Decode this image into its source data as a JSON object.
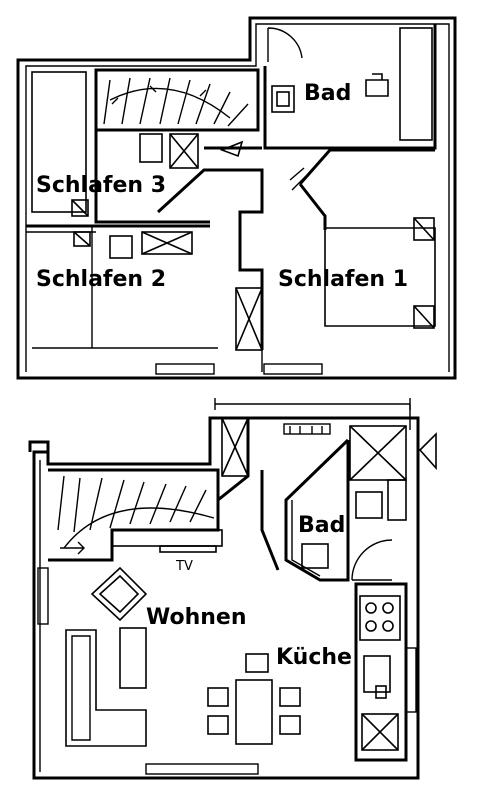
{
  "floors": {
    "upper": {
      "rooms": [
        {
          "label": "Bad"
        },
        {
          "label": "Schlafen 3"
        },
        {
          "label": "Schlafen 2"
        },
        {
          "label": "Schlafen 1"
        }
      ]
    },
    "lower": {
      "rooms": [
        {
          "label": "Bad"
        },
        {
          "label": "Wohnen"
        },
        {
          "label": "Küche"
        }
      ],
      "tv_label": "TV"
    }
  }
}
